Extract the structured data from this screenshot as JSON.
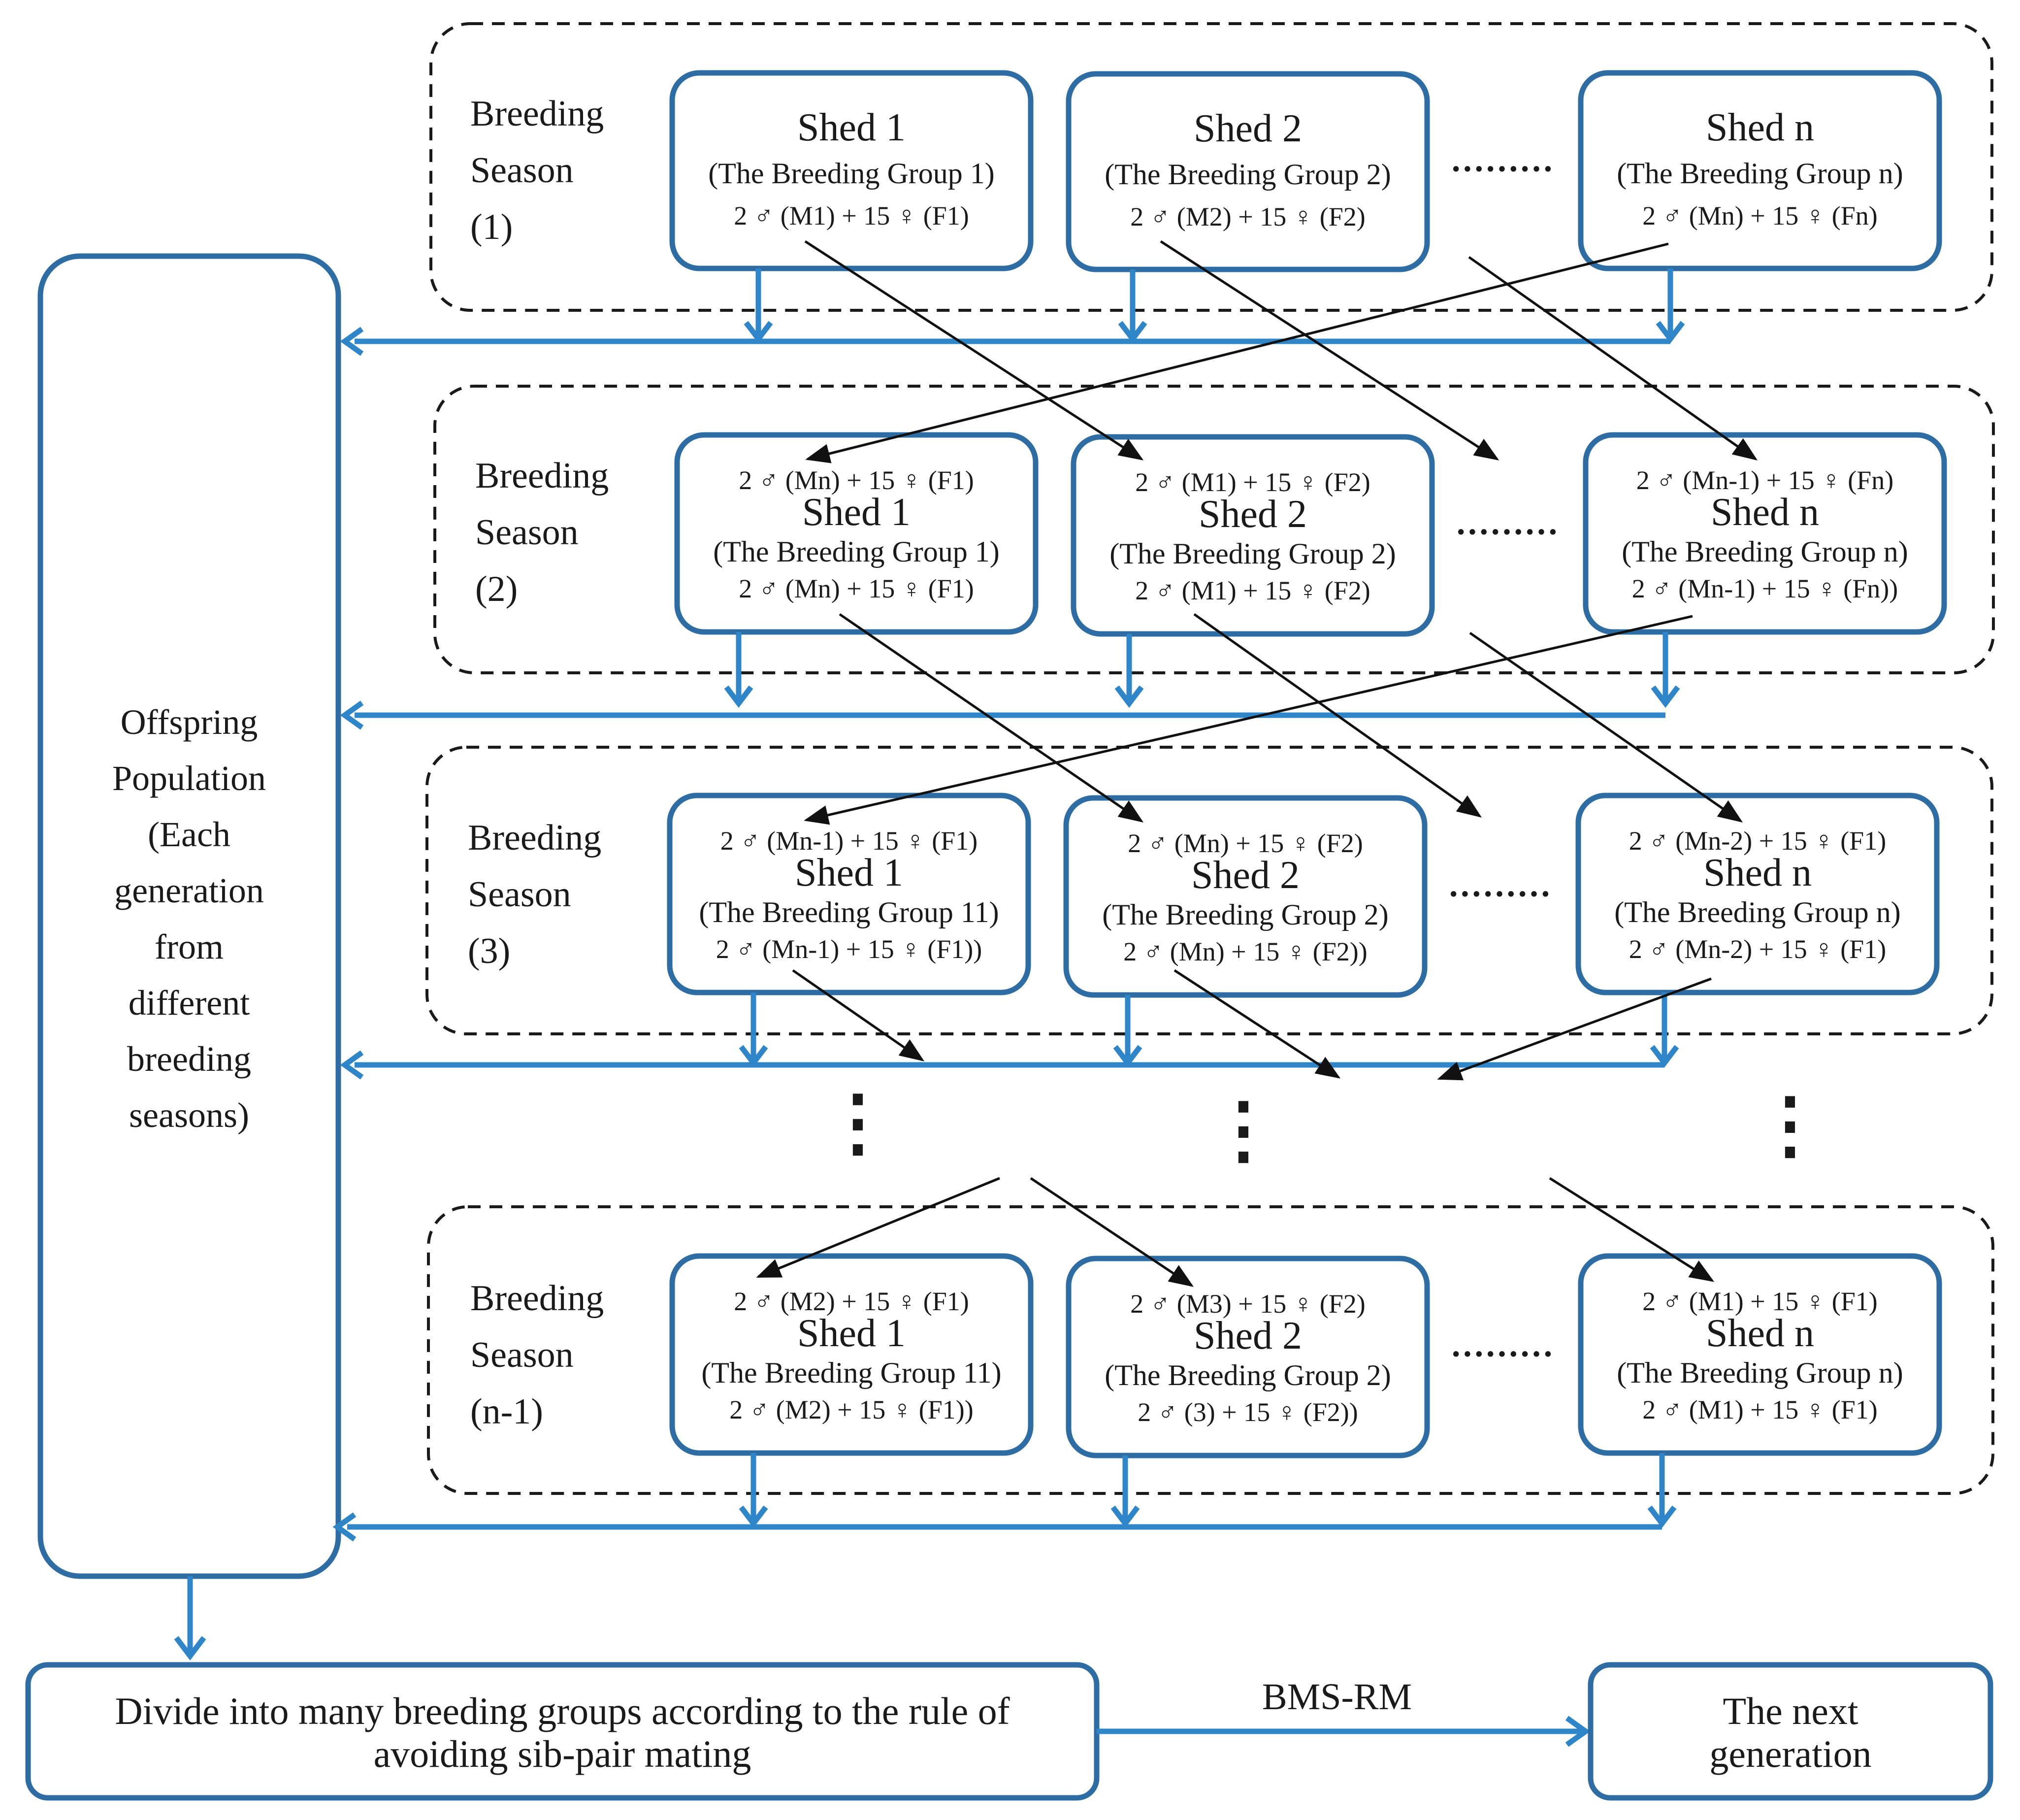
{
  "offspring": {
    "lines": [
      "Offspring",
      "Population",
      "(Each",
      "generation",
      "from",
      "different",
      "breeding",
      "seasons)"
    ]
  },
  "seasons": [
    {
      "label": [
        "Breeding",
        "Season",
        "(1)"
      ],
      "dots": "·········",
      "sheds": [
        {
          "title": "Shed 1",
          "group": "(The Breeding Group 1)",
          "top": "",
          "bottom": "2 ♂ (M1) + 15 ♀ (F1)"
        },
        {
          "title": "Shed 2",
          "group": "(The Breeding Group 2)",
          "top": "",
          "bottom": "2 ♂ (M2) + 15 ♀ (F2)"
        },
        {
          "title": "Shed n",
          "group": "(The Breeding Group n)",
          "top": "",
          "bottom": "2 ♂ (Mn) + 15 ♀ (Fn)"
        }
      ]
    },
    {
      "label": [
        "Breeding",
        "Season",
        "(2)"
      ],
      "dots": "·········",
      "sheds": [
        {
          "title": "Shed 1",
          "group": "(The Breeding Group 1)",
          "top": "2 ♂ (Mn) + 15 ♀ (F1)",
          "bottom": "2 ♂ (Mn) + 15 ♀ (F1)"
        },
        {
          "title": "Shed 2",
          "group": "(The Breeding Group 2)",
          "top": "2 ♂ (M1) + 15 ♀ (F2)",
          "bottom": "2 ♂ (M1) + 15 ♀ (F2)"
        },
        {
          "title": "Shed n",
          "group": "(The Breeding Group n)",
          "top": "2 ♂ (Mn-1) + 15 ♀ (Fn)",
          "bottom": "2 ♂ (Mn-1) + 15 ♀ (Fn))"
        }
      ]
    },
    {
      "label": [
        "Breeding",
        "Season",
        "(3)"
      ],
      "dots": "·········",
      "sheds": [
        {
          "title": "Shed 1",
          "group": "(The Breeding Group 11)",
          "top": "2 ♂ (Mn-1) + 15 ♀ (F1)",
          "bottom": "2 ♂ (Mn-1) + 15 ♀ (F1))"
        },
        {
          "title": "Shed 2",
          "group": "(The Breeding Group 2)",
          "top": "2 ♂ (Mn) + 15 ♀ (F2)",
          "bottom": "2 ♂ (Mn) + 15 ♀ (F2))"
        },
        {
          "title": "Shed n",
          "group": "(The Breeding Group n)",
          "top": "2 ♂ (Mn-2) + 15 ♀ (F1)",
          "bottom": "2 ♂ (Mn-2) + 15 ♀ (F1)"
        }
      ]
    },
    {
      "label": [
        "Breeding",
        "Season",
        "(n-1)"
      ],
      "dots": "·········",
      "sheds": [
        {
          "title": "Shed 1",
          "group": "(The Breeding Group 11)",
          "top": "2 ♂ (M2) + 15 ♀ (F1)",
          "bottom": "2 ♂ (M2) + 15 ♀ (F1))"
        },
        {
          "title": "Shed 2",
          "group": "(The Breeding Group 2)",
          "top": "2 ♂ (M3) + 15 ♀ (F2)",
          "bottom": "2 ♂ (3) + 15 ♀ (F2))"
        },
        {
          "title": "Shed n",
          "group": "(The Breeding Group n)",
          "top": "2 ♂ (M1) + 15 ♀ (F1)",
          "bottom": "2 ♂ (M1) + 15 ♀ (F1)"
        }
      ]
    }
  ],
  "vertical_dots": "⋮",
  "divide_box": {
    "lines": [
      "Divide into many breeding groups according to the rule of",
      "avoiding sib-pair mating"
    ]
  },
  "bms_label": "BMS-RM",
  "next_box": {
    "lines": [
      "The next",
      "generation"
    ]
  }
}
